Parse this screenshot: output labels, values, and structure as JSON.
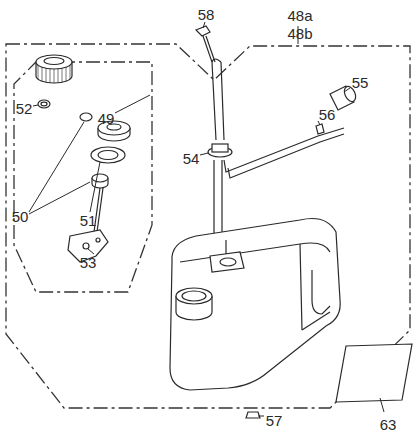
{
  "diagram": {
    "labels": [
      "58",
      "48a",
      "48b",
      "55",
      "52",
      "49",
      "56",
      "54",
      "50",
      "51",
      "53",
      "57",
      "63"
    ]
  }
}
